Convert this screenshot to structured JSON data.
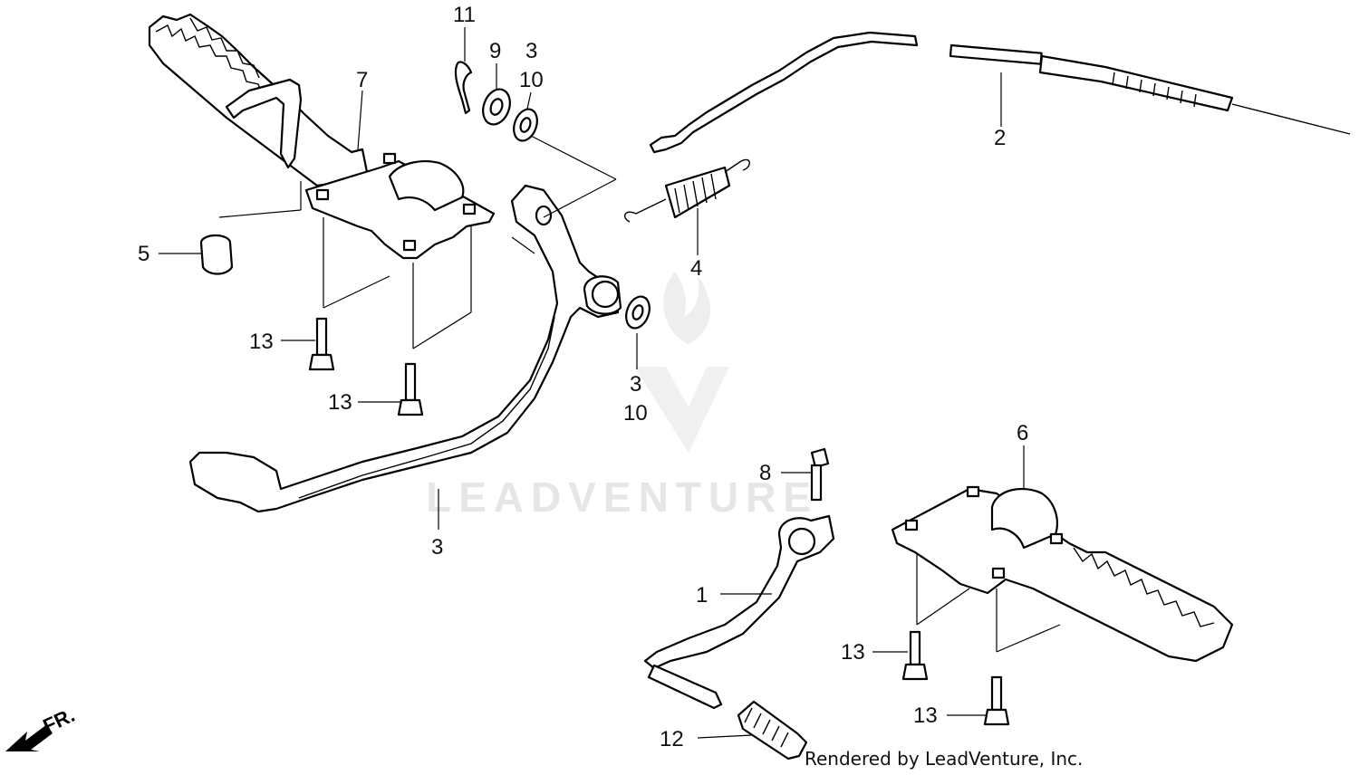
{
  "diagram": {
    "watermark": "LEADVENTURE",
    "footer": "Rendered by LeadVenture, Inc.",
    "direction_label": "FR.",
    "callouts": [
      {
        "id": "c11",
        "text": "11"
      },
      {
        "id": "c9",
        "text": "9"
      },
      {
        "id": "c3a",
        "text": "3"
      },
      {
        "id": "c10a",
        "text": "10"
      },
      {
        "id": "c7",
        "text": "7"
      },
      {
        "id": "c2",
        "text": "2"
      },
      {
        "id": "c5",
        "text": "5"
      },
      {
        "id": "c4",
        "text": "4"
      },
      {
        "id": "c13a",
        "text": "13"
      },
      {
        "id": "c13b",
        "text": "13"
      },
      {
        "id": "c3b",
        "text": "3"
      },
      {
        "id": "c10b",
        "text": "10"
      },
      {
        "id": "c6",
        "text": "6"
      },
      {
        "id": "c8",
        "text": "8"
      },
      {
        "id": "c3c",
        "text": "3"
      },
      {
        "id": "c1",
        "text": "1"
      },
      {
        "id": "c13c",
        "text": "13"
      },
      {
        "id": "c13d",
        "text": "13"
      },
      {
        "id": "c12",
        "text": "12"
      }
    ]
  }
}
